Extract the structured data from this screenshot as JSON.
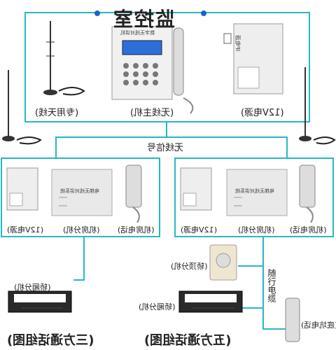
{
  "title": "监控室",
  "control_room": {
    "antenna_label": "专用天线",
    "host_label": "无线主机",
    "power_label": "12V电源",
    "host_panel_text": "数字无线对讲机",
    "power_box_text": "IP电源"
  },
  "wireless_signal_label": "无线信号",
  "left_group": {
    "power_label": "12V电源",
    "extension_label": "机房分机",
    "phone_label": "机房电话",
    "box_text": "电梯无线对讲系统",
    "cabin_label": "轿厢分机",
    "caption": "三方通话组图"
  },
  "right_group": {
    "power_label": "12V电源",
    "extension_label": "机房分机",
    "phone_label": "机房电话",
    "box_text": "电梯无线对讲系统",
    "top_label": "轿顶分机",
    "cable_label": "随行电缆",
    "cabin_label": "轿厢分机",
    "pit_label": "底坑电话",
    "caption": "五方通话组图"
  }
}
